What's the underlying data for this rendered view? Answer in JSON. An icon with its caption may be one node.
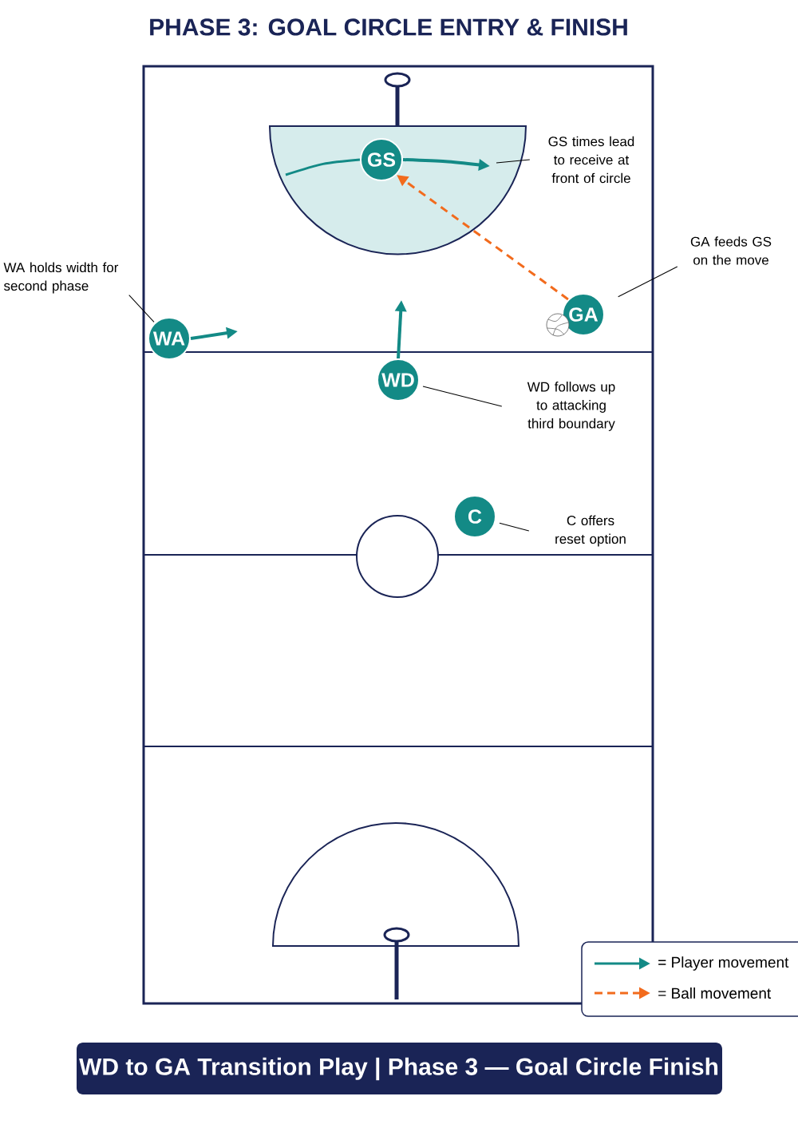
{
  "diagram": {
    "title": "PHASE 3: GOAL CIRCLE ENTRY & FINISH",
    "caption": "WD to GA Transition Play | Phase 3 — Goal Circle Finish",
    "nodes": [
      {
        "text": [
          "GS"
        ]
      },
      {
        "text": [
          "GA"
        ]
      },
      {
        "text": [
          "WA"
        ]
      },
      {
        "text": [
          "WD"
        ]
      },
      {
        "text": [
          "C"
        ]
      },
      {
        "text": [
          "GS times lead to receive at front of circle"
        ]
      },
      {
        "text": [
          "GA feeds GS on the move"
        ]
      },
      {
        "text": [
          "WA holds width for second phase"
        ]
      },
      {
        "text": [
          "WD follows up to attacking third boundary"
        ]
      },
      {
        "text": [
          "C offers reset option"
        ]
      }
    ],
    "edges": [
      {
        "from": 0,
        "to": null,
        "arrow": "to",
        "style": "thick",
        "color": "#138a86"
      },
      {
        "from": 2,
        "to": null,
        "arrow": "to",
        "style": "thick",
        "color": "#138a86"
      },
      {
        "from": 3,
        "to": null,
        "arrow": "to",
        "style": "thick",
        "color": "#138a86"
      },
      {
        "from": 1,
        "to": 0,
        "arrow": "to",
        "style": "dashed",
        "color": "#f26b1d"
      },
      {
        "from": 5,
        "to": null,
        "arrow": "none"
      },
      {
        "from": 6,
        "to": 1,
        "arrow": "none"
      },
      {
        "from": 7,
        "to": 2,
        "arrow": "none"
      },
      {
        "from": 8,
        "to": 3,
        "arrow": "none"
      },
      {
        "from": 9,
        "to": 4,
        "arrow": "none"
      }
    ],
    "legend": [
      {
        "text": "= Player movement"
      },
      {
        "text": "= Ball movement"
      }
    ]
  }
}
